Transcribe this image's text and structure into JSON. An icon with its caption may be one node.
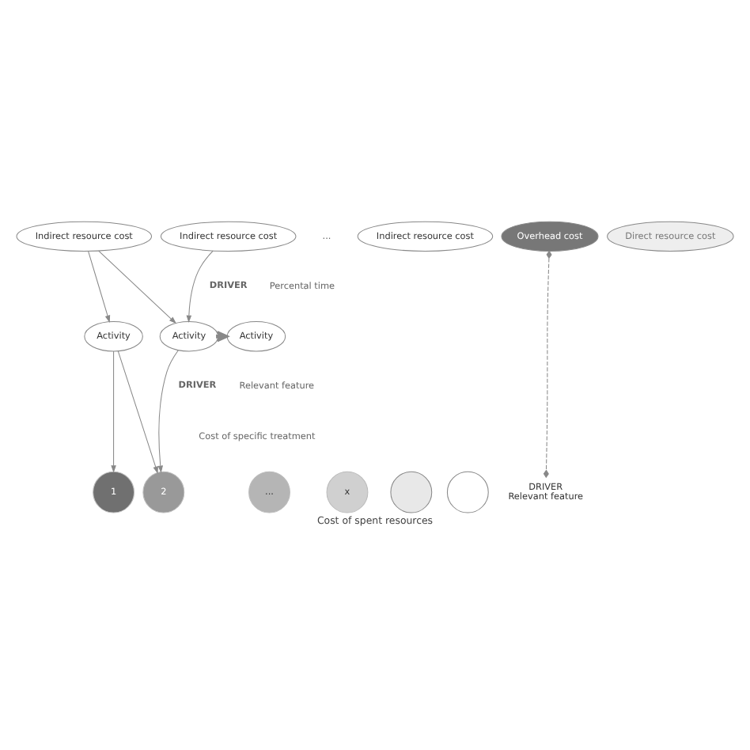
{
  "diagram": {
    "caption": "Cost of spent resources",
    "nodes": [
      {
        "text": [
          "Indirect resource cost"
        ]
      },
      {
        "text": [
          "Indirect resource cost"
        ]
      },
      {
        "text": [
          "Indirect resource cost"
        ]
      },
      {
        "text": [
          "Overhead cost"
        ]
      },
      {
        "text": [
          "Direct resource cost"
        ]
      },
      {
        "text": [
          "Activity"
        ]
      },
      {
        "text": [
          "Activity"
        ]
      },
      {
        "text": [
          "Activity"
        ]
      },
      {
        "text": [
          "1"
        ]
      },
      {
        "text": [
          "2"
        ]
      },
      {
        "text": [
          "..."
        ]
      },
      {
        "text": [
          "x"
        ]
      },
      {
        "text": [],
        "shape": "circle"
      },
      {
        "text": [],
        "shape": "circle"
      },
      {
        "text": [
          "DRIVER",
          "Relevant feature"
        ]
      }
    ],
    "edges": [
      {
        "from": 0,
        "to": 5,
        "arrow": "to"
      },
      {
        "from": 0,
        "to": 6,
        "arrow": "to"
      },
      {
        "from": 1,
        "to": 6,
        "arrow": "to"
      },
      {
        "from": 6,
        "to": 7,
        "arrow": "to",
        "style": "thick"
      },
      {
        "from": 5,
        "to": 8,
        "arrow": "to"
      },
      {
        "from": 5,
        "to": 9,
        "arrow": "to"
      },
      {
        "from": 6,
        "to": 9,
        "arrow": "to"
      },
      {
        "from": 3,
        "to": 14,
        "arrow": "other",
        "style": "dashed"
      }
    ],
    "labels": [
      "...",
      "DRIVER",
      "Percental time",
      "DRIVER",
      "Relevant feature",
      "Cost of specific treatment"
    ]
  }
}
